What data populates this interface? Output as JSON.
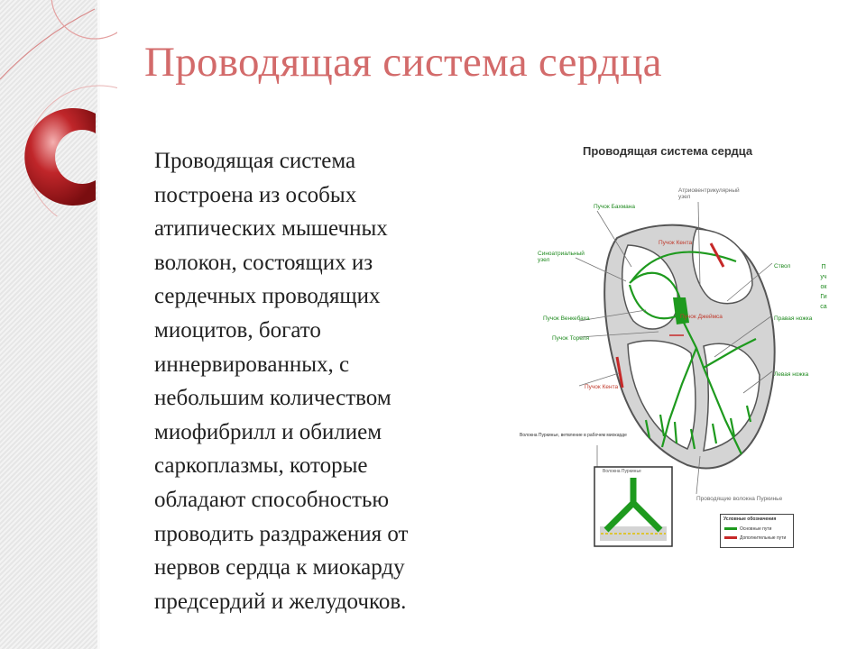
{
  "slide": {
    "title": "Проводящая система сердца",
    "body": "Проводящая система\nпостроена из особых\nатипических мышечных\nволокон, состоящих из\nсердечных проводящих\nмиоцитов, богато\nиннервированных, с\nнебольшим количеством\nмиофибрилл и обилием\nсаркоплазмы, которые\nобладают способностью\nпроводить раздражения от\nнервов сердца к миокарду\nпредсердий и желудочков."
  },
  "figure": {
    "title": "Проводящая система сердца",
    "labels": {
      "bachmann": "Пучок Бахмана",
      "av_node": "Атриовентрикулярный\nузел",
      "kent_top": "Пучок Кента",
      "sa_node": "Синоатриальный\nузел",
      "his_stem": "Ствол",
      "wenckebach": "Пучок Венкебаха",
      "james": "Пучок Джеймса",
      "thorel": "Пучок Тореля",
      "right_branch": "Правая ножка",
      "left_branch": "Левая ножка",
      "kent_bottom": "Пучок Кента",
      "purkinje": "Проводящие волокна Пуркинье",
      "vertical": "Пучок Гиса",
      "inset_caption": "Волокна Пуркинье, ветвление в рабочем миокарде",
      "inset_label": "Волокна Пуркинье"
    },
    "legend": {
      "title": "Условные обозначения",
      "items": [
        "Основные пути",
        "Дополнительные пути"
      ]
    },
    "colors": {
      "conduction": "#1e9a1e",
      "accessory": "#c62828",
      "wall": "#cccccc",
      "outline": "#555555"
    }
  },
  "decor": {
    "accent": "#b22222",
    "title_color": "#d36b6b"
  }
}
